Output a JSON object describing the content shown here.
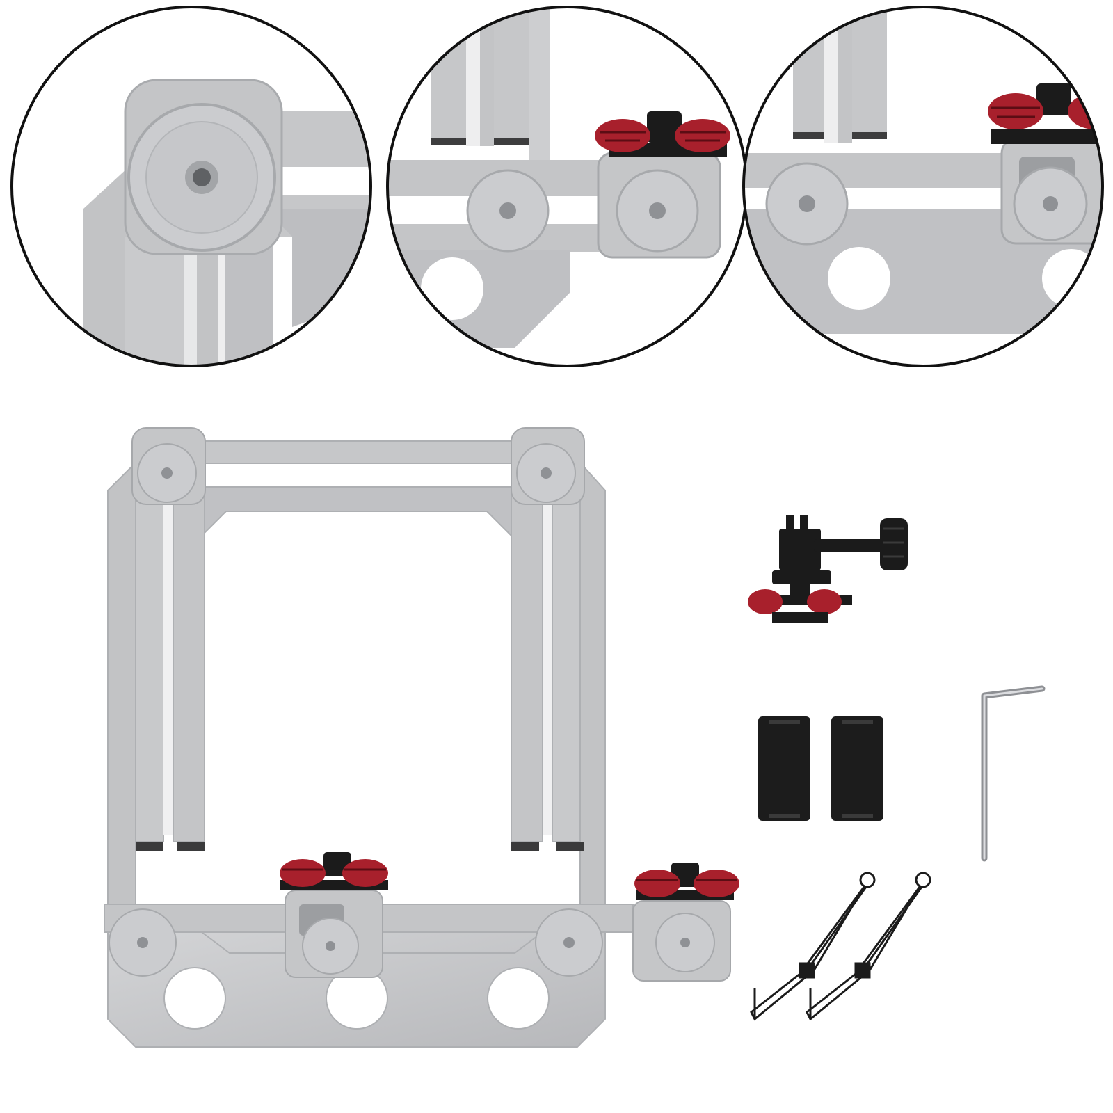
{
  "image": {
    "background": "#ffffff",
    "colors": {
      "aluminum": "#c3c4c6",
      "aluminum_light": "#d6d7d9",
      "aluminum_dark": "#9ea0a3",
      "red_knob": "#b0222e",
      "black_part": "#1b1b1b",
      "outline": "#111111"
    },
    "detail_views": [
      {
        "name": "detail-hinge-closeup",
        "icon": "hinge-pivot-icon"
      },
      {
        "name": "detail-corner-clamp-closeup",
        "icon": "clamp-mount-icon"
      },
      {
        "name": "detail-center-clamp-closeup",
        "icon": "clamp-mount-icon"
      }
    ],
    "parts": [
      {
        "name": "folding-aluminum-frame",
        "icon": "frame-icon"
      },
      {
        "name": "action-camera-mount",
        "icon": "camera-mount-icon"
      },
      {
        "name": "rubber-pads-pair",
        "icon": "pad-icon"
      },
      {
        "name": "hex-allen-key",
        "icon": "allen-key-icon"
      },
      {
        "name": "lanyard-hooks-pair",
        "icon": "lanyard-icon"
      }
    ]
  }
}
